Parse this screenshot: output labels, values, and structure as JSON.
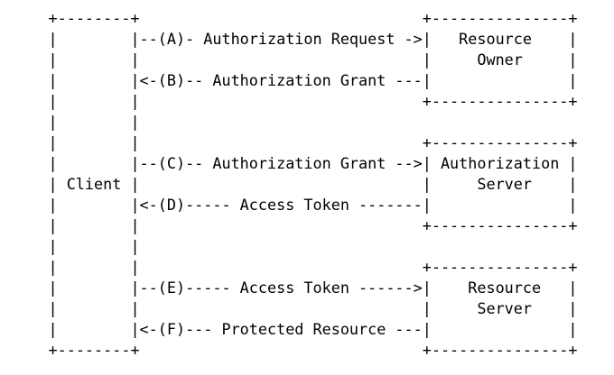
{
  "colors": {
    "background": "#ffffff",
    "foreground": "#000000"
  },
  "diagram": {
    "client": {
      "label": "Client"
    },
    "actors": [
      {
        "label_line1": "Resource",
        "label_line2": "Owner"
      },
      {
        "label_line1": "Authorization",
        "label_line2": "Server"
      },
      {
        "label_line1": "Resource",
        "label_line2": "Server"
      }
    ],
    "steps": [
      {
        "id": "A",
        "label": "Authorization Request",
        "arrow": "->"
      },
      {
        "id": "B",
        "label": "Authorization Grant",
        "arrow": "<-"
      },
      {
        "id": "C",
        "label": "Authorization Grant",
        "arrow": "->"
      },
      {
        "id": "D",
        "label": "Access Token",
        "arrow": "<-"
      },
      {
        "id": "E",
        "label": "Access Token",
        "arrow": "->"
      },
      {
        "id": "F",
        "label": "Protected Resource",
        "arrow": "<-"
      }
    ],
    "ascii_lines": [
      "     +--------+                               +---------------+",
      "     |        |--(A)- Authorization Request ->|   Resource    |",
      "     |        |                               |     Owner     |",
      "     |        |<-(B)-- Authorization Grant ---|               |",
      "     |        |                               +---------------+",
      "     |        |",
      "     |        |                               +---------------+",
      "     |        |--(C)-- Authorization Grant -->| Authorization |",
      "     | Client |                               |     Server    |",
      "     |        |<-(D)----- Access Token -------|               |",
      "     |        |                               +---------------+",
      "     |        |",
      "     |        |                               +---------------+",
      "     |        |--(E)----- Access Token ------>|    Resource   |",
      "     |        |                               |     Server    |",
      "     |        |<-(F)--- Protected Resource ---|               |",
      "     +--------+                               +---------------+"
    ]
  }
}
